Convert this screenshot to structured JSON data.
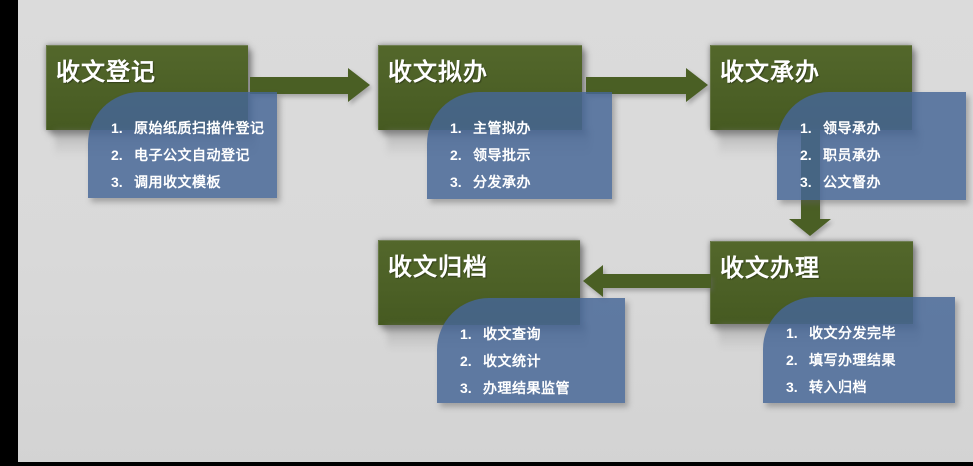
{
  "slide": {
    "background_color": "#D9D9D9",
    "frame_color": "#000000"
  },
  "palette": {
    "step_green": "#4C6026",
    "arrow_green": "#4A5F24",
    "detail_blue": "rgba(70,102,150,0.83)",
    "text_color": "#FFFFFF"
  },
  "nodes": [
    {
      "title": "收文登记",
      "items": [
        {
          "num": "1.",
          "label": "原始纸质扫描件登记"
        },
        {
          "num": "2.",
          "label": "电子公文自动登记"
        },
        {
          "num": "3.",
          "label": "调用收文模板"
        }
      ]
    },
    {
      "title": "收文拟办",
      "items": [
        {
          "num": "1.",
          "label": "主管拟办"
        },
        {
          "num": "2.",
          "label": "领导批示"
        },
        {
          "num": "3.",
          "label": "分发承办"
        }
      ]
    },
    {
      "title": "收文承办",
      "items": [
        {
          "num": "1.",
          "label": "领导承办"
        },
        {
          "num": "2.",
          "label": "职员承办"
        },
        {
          "num": "3.",
          "label": "公文督办"
        }
      ]
    },
    {
      "title": "收文办理",
      "items": [
        {
          "num": "1.",
          "label": "收文分发完毕"
        },
        {
          "num": "2.",
          "label": "填写办理结果"
        },
        {
          "num": "3.",
          "label": "转入归档"
        }
      ]
    },
    {
      "title": "收文归档",
      "items": [
        {
          "num": "1.",
          "label": "收文查询"
        },
        {
          "num": "2.",
          "label": "收文统计"
        },
        {
          "num": "3.",
          "label": "办理结果监管"
        }
      ]
    }
  ],
  "arrows": [
    {
      "from": "收文登记",
      "to": "收文拟办",
      "direction": "right"
    },
    {
      "from": "收文拟办",
      "to": "收文承办",
      "direction": "right"
    },
    {
      "from": "收文承办",
      "to": "收文办理",
      "direction": "down"
    },
    {
      "from": "收文办理",
      "to": "收文归档",
      "direction": "left"
    }
  ]
}
